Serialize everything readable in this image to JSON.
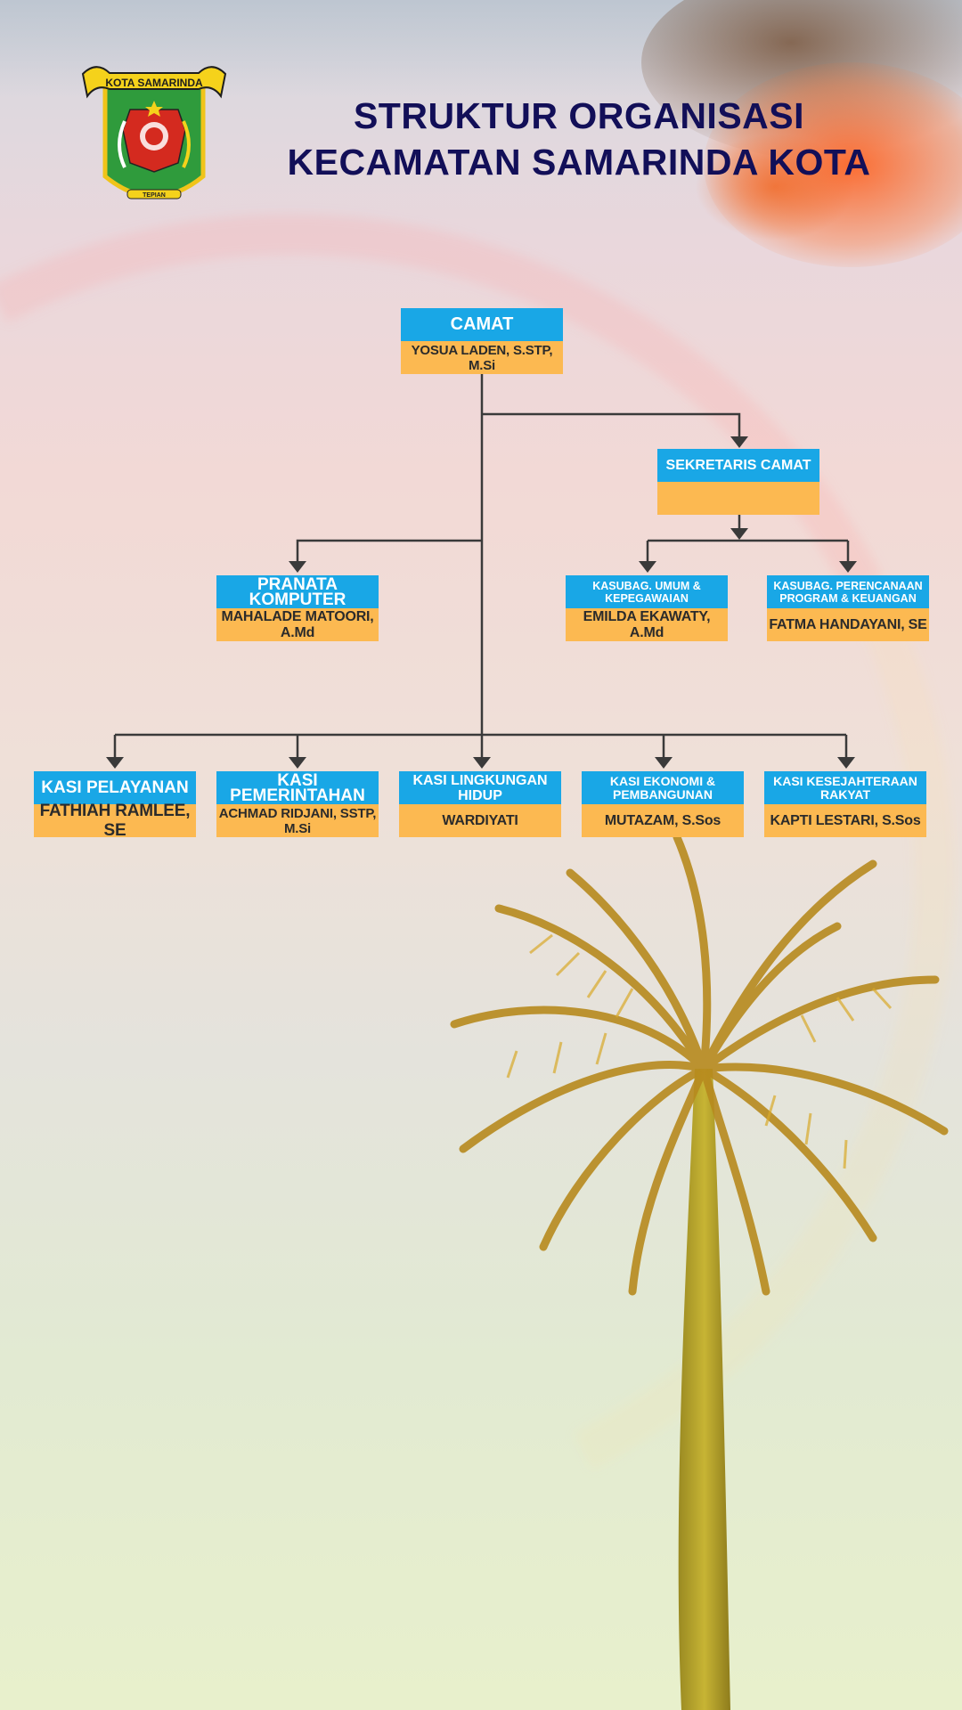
{
  "header": {
    "logo_text_top": "KOTA SAMARINDA",
    "logo_text_bottom": "TEPIAN",
    "title_line1": "STRUKTUR ORGANISASI",
    "title_line2": "KECAMATAN SAMARINDA KOTA"
  },
  "colors": {
    "title": "#120f58",
    "position_header": "#19a7e6",
    "name_row": "#fcb951",
    "connector": "#3a3a3a"
  },
  "org": {
    "camat": {
      "position": "CAMAT",
      "name": "YOSUA LADEN, S.STP, M.Si"
    },
    "sekretaris": {
      "position": "SEKRETARIS CAMAT",
      "name": ""
    },
    "pranata": {
      "position": "PRANATA KOMPUTER",
      "name": "MAHALADE MATOORI, A.Md"
    },
    "kasubag_umum": {
      "position": "KASUBAG. UMUM & KEPEGAWAIAN",
      "name": "EMILDA EKAWATY, A.Md"
    },
    "kasubag_perencanaan": {
      "position": "KASUBAG. PERENCANAAN PROGRAM & KEUANGAN",
      "name": "FATMA HANDAYANI, SE"
    },
    "kasi": [
      {
        "position": "KASI PELAYANAN",
        "name": "FATHIAH RAMLEE, SE"
      },
      {
        "position": "KASI PEMERINTAHAN",
        "name": "ACHMAD RIDJANI,  SSTP, M.Si"
      },
      {
        "position": "KASI LINGKUNGAN HIDUP",
        "name": "WARDIYATI"
      },
      {
        "position": "KASI EKONOMI & PEMBANGUNAN",
        "name": "MUTAZAM, S.Sos"
      },
      {
        "position": "KASI KESEJAHTERAAN RAKYAT",
        "name": "KAPTI LESTARI, S.Sos"
      }
    ]
  }
}
